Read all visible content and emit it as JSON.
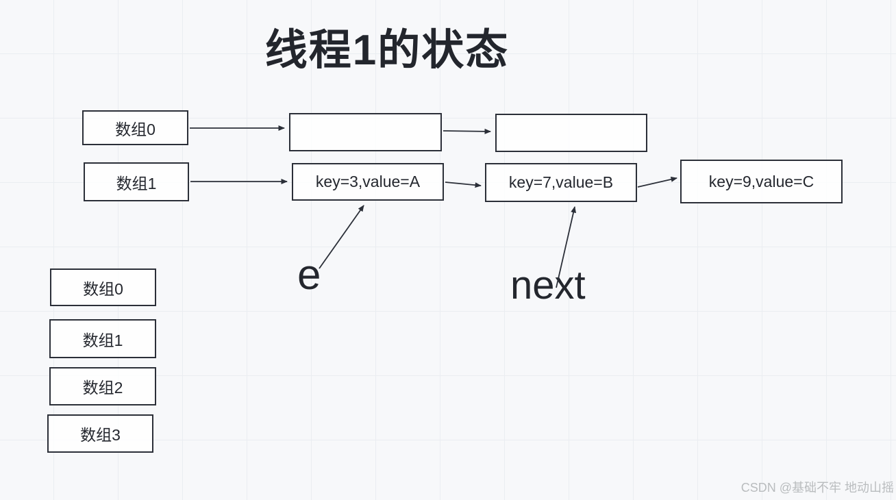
{
  "title": "线程1的状态",
  "diagram": {
    "row1": {
      "bucket": "数组0",
      "node1": "",
      "node2": ""
    },
    "row2": {
      "bucket": "数组1",
      "node1": "key=3,value=A",
      "node2": "key=7,value=B",
      "node3": "key=9,value=C"
    },
    "labels": {
      "e": "e",
      "next": "next"
    },
    "array_column": [
      {
        "label": "数组0"
      },
      {
        "label": "数组1"
      },
      {
        "label": "数组2"
      },
      {
        "label": "数组3"
      }
    ]
  },
  "watermark": "CSDN @基础不牢 地动山摇",
  "colors": {
    "ink": "#2b2f38",
    "text": "#24272e",
    "background": "#f7f8fa",
    "grid_line": "#eaedf1",
    "watermark": "#b9bcbe"
  }
}
